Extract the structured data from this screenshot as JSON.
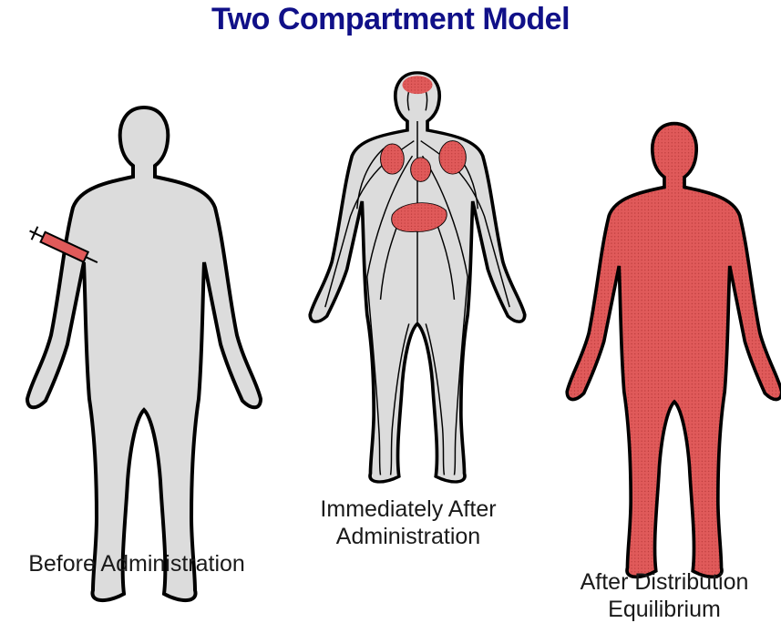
{
  "title": "Two Compartment Model",
  "colors": {
    "title": "#101088",
    "body_fill": "#dcdcdc",
    "drug_fill": "#e05a5a",
    "outline": "#000000"
  },
  "figures": [
    {
      "label": "Before Administration",
      "state": "before",
      "icon": "syringe-icon"
    },
    {
      "label_line1": "Immediately After",
      "label_line2": "Administration",
      "state": "immediately-after"
    },
    {
      "label_line1": "After Distribution",
      "label_line2": "Equilibrium",
      "state": "after-equilibrium"
    }
  ]
}
